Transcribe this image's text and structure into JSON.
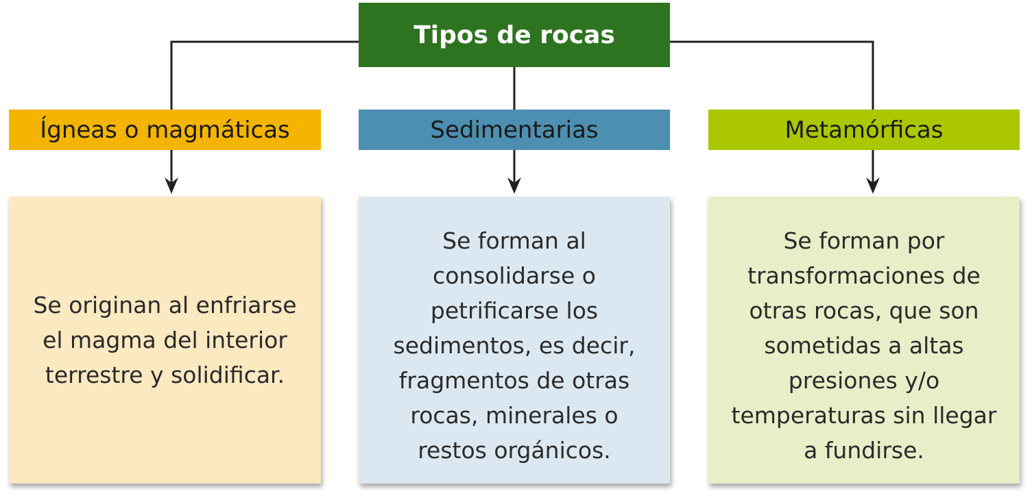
{
  "diagram": {
    "root": {
      "label": "Tipos de rocas",
      "color": "#2e7420"
    },
    "categories": [
      {
        "label": "Ígneas o magmáticas",
        "color": "#f4b400",
        "box_color": "#fae9c1",
        "description": "Se originan al enfriarse el magma del interior terrestre y solidificar."
      },
      {
        "label": "Sedimentarias",
        "color": "#4c8fb0",
        "box_color": "#dce8f1",
        "description": "Se forman al consolidarse o petrificarse los sedimentos, es decir, fragmentos de otras rocas, minerales o restos orgánicos."
      },
      {
        "label": "Metamórficas",
        "color": "#aac700",
        "box_color": "#e9eec8",
        "description": "Se forman por transformaciones de otras rocas, que son sometidas a altas presiones y/o temperaturas sin llegar a fundirse."
      }
    ],
    "connector_color": "#231f20"
  }
}
